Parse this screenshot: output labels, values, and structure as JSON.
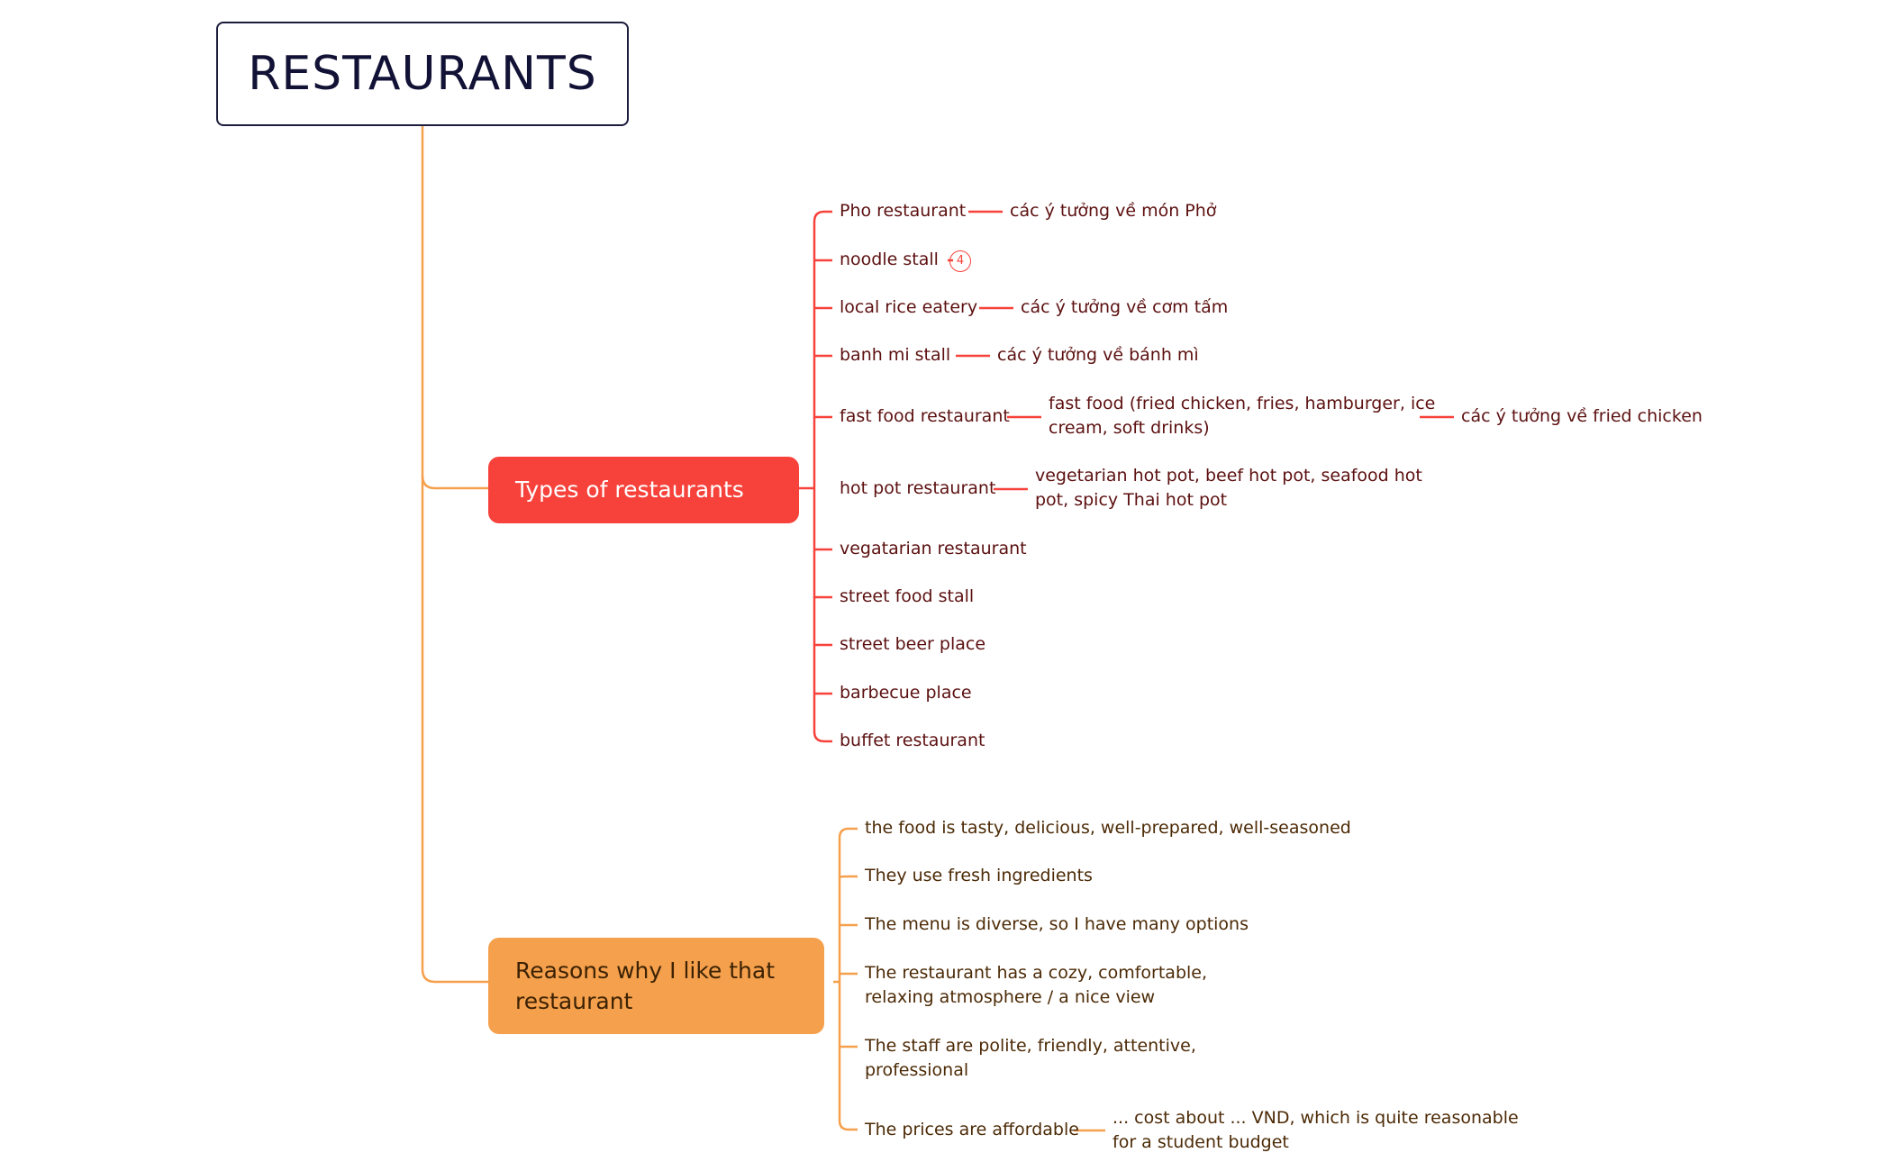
{
  "root": {
    "label": "RESTAURANTS"
  },
  "types": {
    "label": "Types of restaurants",
    "items": [
      {
        "label": "Pho restaurant",
        "child": "các ý tưởng về món Phở"
      },
      {
        "label": "noodle stall",
        "badge": "4"
      },
      {
        "label": "local rice eatery",
        "child": "các ý tưởng về cơm tấm"
      },
      {
        "label": "banh mi stall",
        "child": "các ý tưởng về bánh mì"
      },
      {
        "label": "fast food restaurant",
        "child_line1": "fast food (fried chicken, fries, hamburger, ice",
        "child_line2": "cream, soft drinks)",
        "grandchild": "các ý tưởng về fried chicken"
      },
      {
        "label": "hot pot restaurant",
        "child_line1": "vegetarian hot pot, beef hot pot, seafood hot",
        "child_line2": "pot, spicy Thai hot pot"
      },
      {
        "label": "vegatarian restaurant"
      },
      {
        "label": "street food stall"
      },
      {
        "label": "street beer place"
      },
      {
        "label": "barbecue place"
      },
      {
        "label": "buffet restaurant"
      }
    ]
  },
  "reasons": {
    "label_line1": "Reasons why I like that",
    "label_line2": "restaurant",
    "items": [
      {
        "label": "the food is tasty, delicious, well-prepared, well-seasoned"
      },
      {
        "label": "They use fresh ingredients"
      },
      {
        "label": "The menu is diverse, so I have many options"
      },
      {
        "label_line1": "The restaurant has a cozy, comfortable,",
        "label_line2": "relaxing atmosphere / a nice view"
      },
      {
        "label_line1": "The staff are polite, friendly, attentive,",
        "label_line2": "professional"
      },
      {
        "label": "The prices are affordable",
        "child_line1": "... cost about ... VND, which is quite reasonable",
        "child_line2": "for a student budget"
      }
    ]
  },
  "colors": {
    "types": "#f7423b",
    "reasons": "#f5a04c",
    "root_border": "#1c1c3c"
  }
}
